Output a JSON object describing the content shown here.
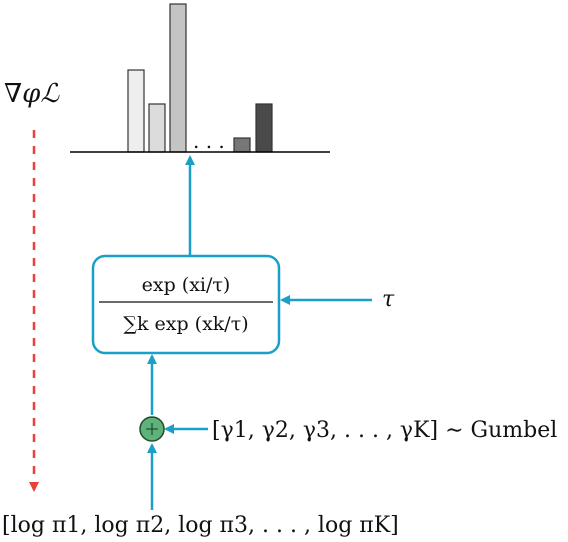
{
  "gradient_label": "∇φℒ",
  "softmax": {
    "numerator": "exp (xi/τ)",
    "denominator": "∑k exp (xk/τ)"
  },
  "temperature_label": "τ",
  "gumbel_label": "[γ1, γ2, γ3, . . . , γK] ∼ Gumbel",
  "log_probs_label": "[log π1, log π2, log π3, . . . , log πK]",
  "histogram": {
    "ellipsis": ". . .",
    "bars": [
      {
        "value": 82,
        "color": "#eeeeee"
      },
      {
        "value": 48,
        "color": "#dcdcdc"
      },
      {
        "value": 148,
        "color": "#c4c4c4"
      },
      {
        "value": 14,
        "color": "#777777"
      },
      {
        "value": 48,
        "color": "#4a4a4a"
      }
    ]
  },
  "colors": {
    "flow_arrow": "#1aa0c8",
    "gradient_arrow": "#e8413a",
    "adder_node": "#5fb37a"
  },
  "icons": {
    "adder": "plus-circle-icon"
  }
}
